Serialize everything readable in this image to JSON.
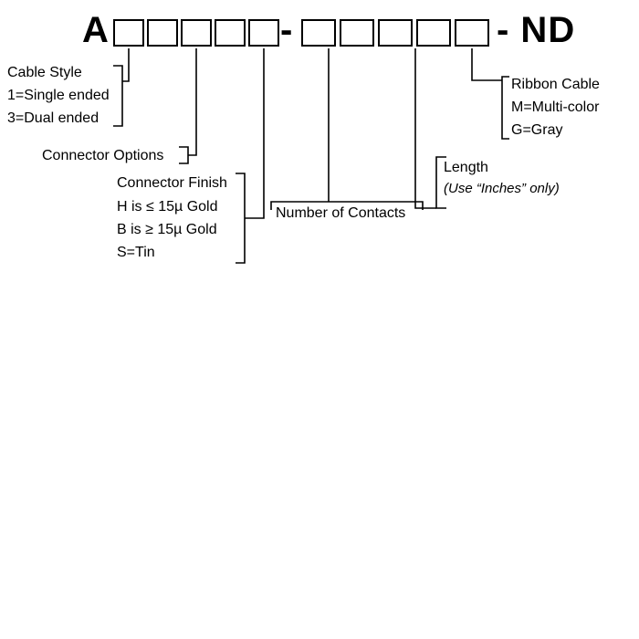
{
  "part_number": {
    "prefix": "A",
    "hyphen": "-",
    "suffix": "- ND"
  },
  "callouts": {
    "cable_style": {
      "title": "Cable Style",
      "option1": "1=Single ended",
      "option2": "3=Dual ended"
    },
    "connector_options": {
      "title": "Connector Options"
    },
    "connector_finish": {
      "title": "Connector Finish",
      "option1": "H is ≤ 15µ Gold",
      "option2": "B is ≥ 15µ Gold",
      "option3": "S=Tin"
    },
    "number_of_contacts": {
      "title": "Number of Contacts"
    },
    "length": {
      "title": "Length",
      "note": "(Use “Inches” only)"
    },
    "ribbon_cable": {
      "title": "Ribbon Cable",
      "option1": "M=Multi-color",
      "option2": "G=Gray"
    }
  },
  "colors": {
    "background": "#ffffff",
    "line": "#000000",
    "text": "#000000"
  }
}
